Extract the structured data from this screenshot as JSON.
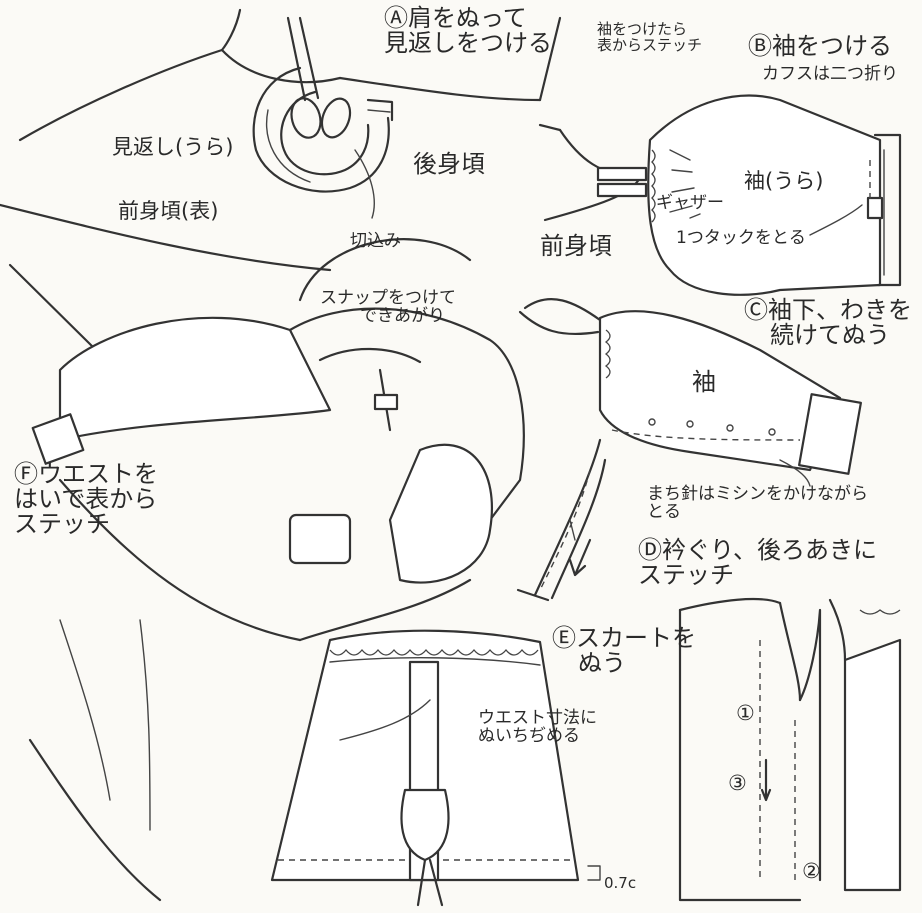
{
  "steps": {
    "a": {
      "circle": "Ⓐ",
      "title_line1": "肩をぬって",
      "title_line2": "見返しをつける",
      "label_facing": "見返し(うら)",
      "label_back": "後身頃",
      "label_front": "前身頃(表)",
      "label_notch": "切込み"
    },
    "b": {
      "circle": "Ⓑ",
      "title": "袖をつける",
      "note_stitch_line1": "袖をつけたら",
      "note_stitch_line2": "表からステッチ",
      "note_cuff": "カフスは二つ折り",
      "label_sleeve": "袖(うら)",
      "label_gather": "ギャザー",
      "label_tuck": "1つタックをとる",
      "label_front": "前身頃"
    },
    "c": {
      "circle": "Ⓒ",
      "title_line1": "袖下、わきを",
      "title_line2": "続けてぬう",
      "label_sleeve": "袖",
      "note_pins_line1": "まち針はミシンをかけながら",
      "note_pins_line2": "とる"
    },
    "d": {
      "circle": "Ⓓ",
      "title_line1": "衿ぐり、後ろあきに",
      "title_line2": "ステッチ",
      "num1": "①",
      "num2": "②",
      "num3": "③"
    },
    "e": {
      "circle": "Ⓔ",
      "title_line1": "スカートを",
      "title_line2": "ぬう",
      "note_waist_line1": "ウエスト寸法に",
      "note_waist_line2": "ぬいちぢめる",
      "measure": "0.7c"
    },
    "f": {
      "circle": "Ⓕ",
      "title_line1": "ウエストを",
      "title_line2": "はいで表から",
      "title_line3": "ステッチ",
      "note_snap_line1": "スナップをつけて",
      "note_snap_line2": "できあがり"
    }
  }
}
